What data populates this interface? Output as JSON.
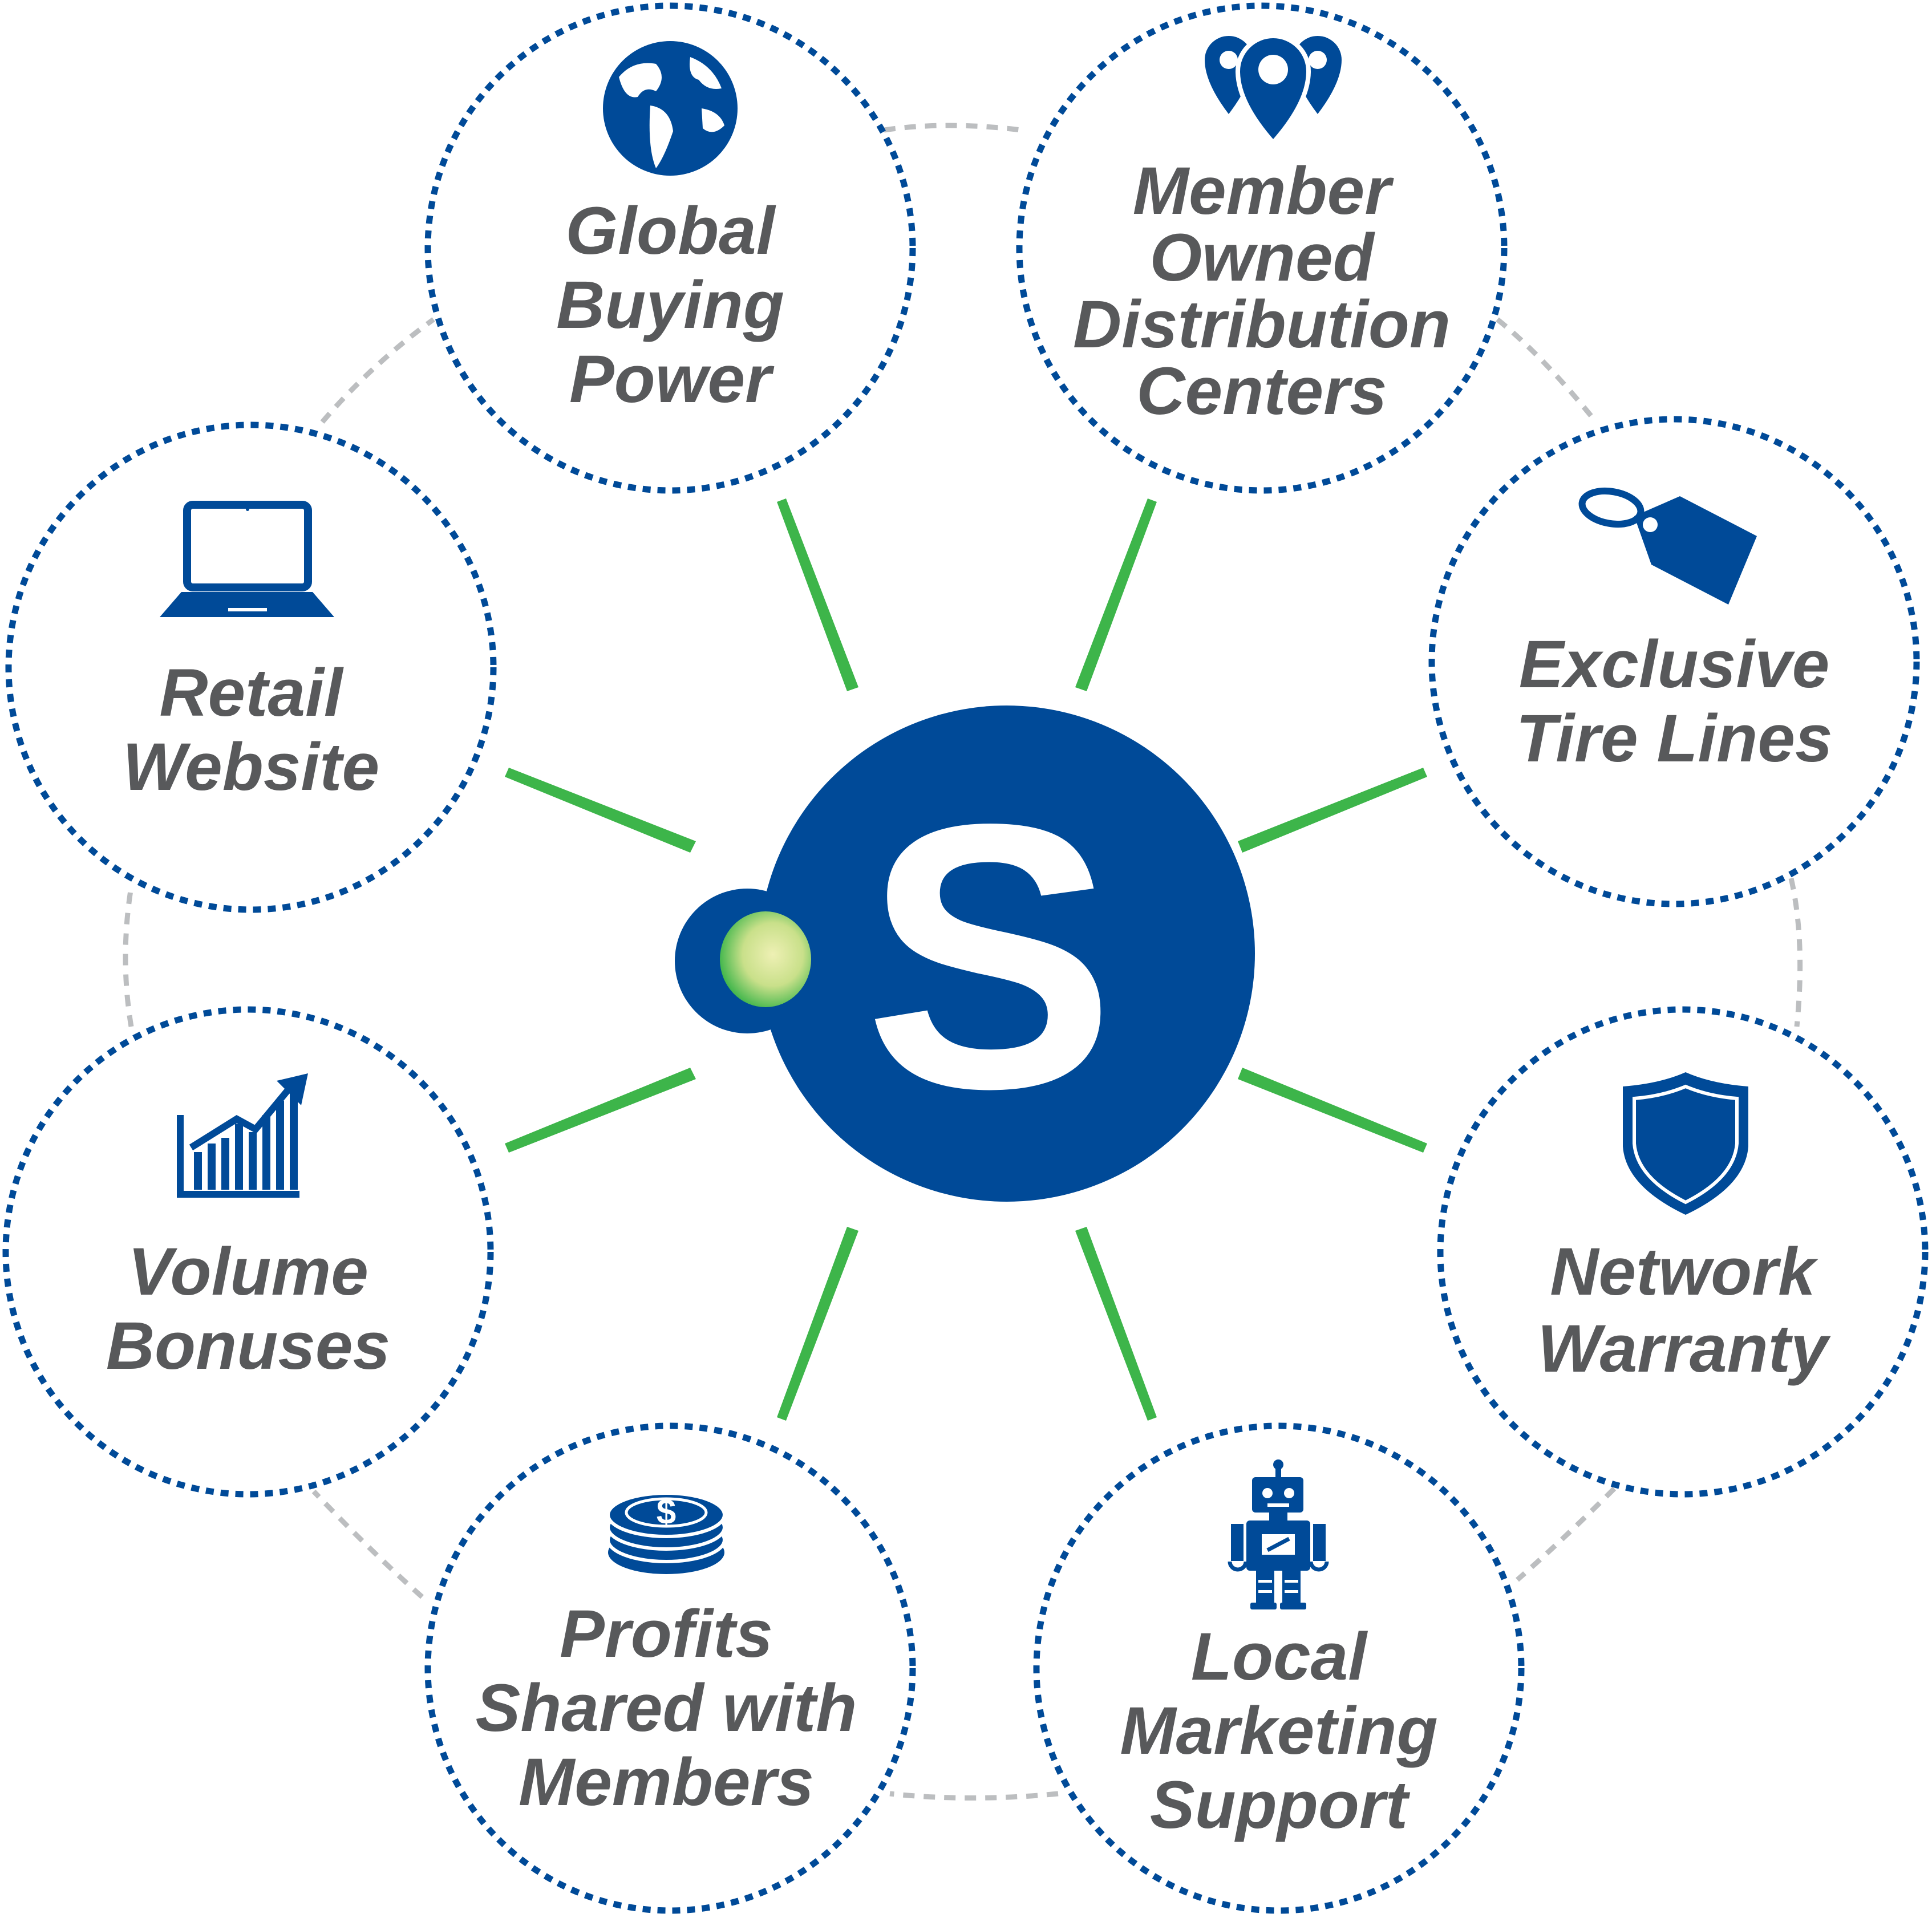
{
  "colors": {
    "primary_blue": "#004a98",
    "accent_green": "#3db54a",
    "label_gray": "#58595b",
    "connector_gray": "#bcbec0",
    "glow_center": "#e8edaa"
  },
  "hub": {
    "logo_letter": "S"
  },
  "nodes": [
    {
      "id": "global-buying-power",
      "icon": "globe-icon",
      "lines": [
        "Global",
        "Buying",
        "Power"
      ]
    },
    {
      "id": "member-owned-distribution-centers",
      "icon": "map-pins-icon",
      "lines": [
        "Member",
        "Owned",
        "Distribution",
        "Centers"
      ]
    },
    {
      "id": "exclusive-tire-lines",
      "icon": "price-tag-icon",
      "lines": [
        "Exclusive",
        "Tire Lines"
      ]
    },
    {
      "id": "network-warranty",
      "icon": "shield-icon",
      "lines": [
        "Network",
        "Warranty"
      ]
    },
    {
      "id": "local-marketing-support",
      "icon": "robot-icon",
      "lines": [
        "Local",
        "Marketing",
        "Support"
      ]
    },
    {
      "id": "profits-shared-with-members",
      "icon": "coins-icon",
      "lines": [
        "Profits",
        "Shared with",
        "Members"
      ]
    },
    {
      "id": "volume-bonuses",
      "icon": "growth-chart-icon",
      "lines": [
        "Volume",
        "Bonuses"
      ]
    },
    {
      "id": "retail-website",
      "icon": "laptop-icon",
      "lines": [
        "Retail",
        "Website"
      ]
    }
  ]
}
